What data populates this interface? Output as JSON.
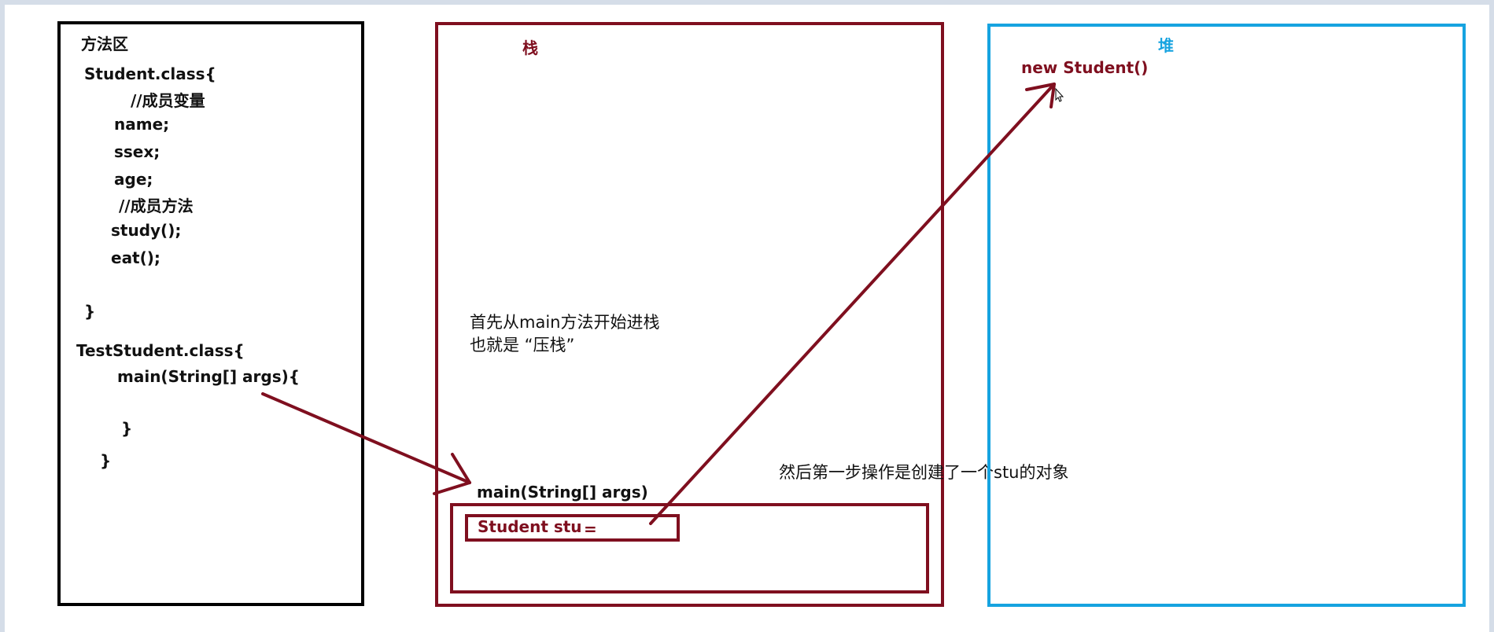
{
  "method_area": {
    "title": "方法区",
    "lines": [
      "Student.class{",
      "//成员变量",
      "name;",
      "ssex;",
      "age;",
      "//成员方法",
      "study();",
      "eat();",
      "}",
      "TestStudent.class{",
      "main(String[] args){",
      "}",
      "}"
    ]
  },
  "stack": {
    "title": "栈",
    "note_line1": "首先从main方法开始进栈",
    "note_line2": "也就是 “压栈”",
    "frame_label": "main(String[] args)",
    "var_label": "Student stu",
    "assign_symbol": "="
  },
  "heap": {
    "title": "堆",
    "object_label": "new Student()"
  },
  "step_note": "然后第一步操作是创建了一个stu的对象",
  "colors": {
    "stack_border": "#7f0f1f",
    "heap_border": "#16a3e0",
    "method_border": "#000000",
    "arrow": "#7f0f1f"
  }
}
